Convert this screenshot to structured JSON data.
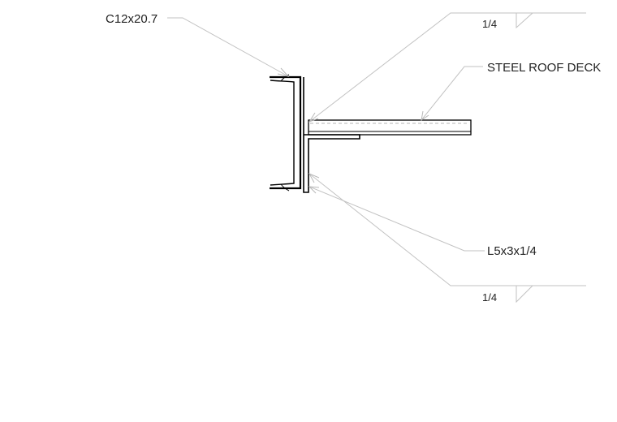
{
  "labels": {
    "channel": "C12x20.7",
    "deck": "STEEL ROOF DECK",
    "angle": "L5x3x1/4"
  },
  "welds": {
    "top_size": "1/4",
    "bottom_size": "1/4"
  },
  "colors": {
    "linework": "#000000",
    "leader": "#c2c2c2",
    "text": "#222222"
  }
}
